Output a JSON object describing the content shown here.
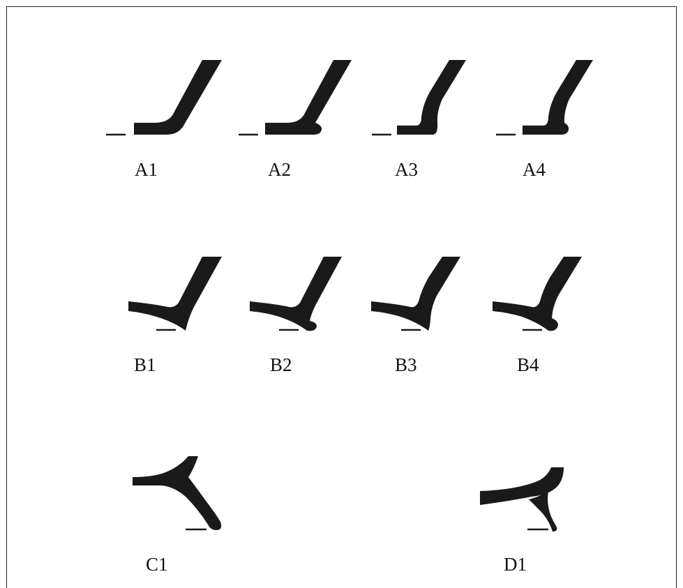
{
  "labels": {
    "a1": "A1",
    "a2": "A2",
    "a3": "A3",
    "a4": "A4",
    "b1": "B1",
    "b2": "B2",
    "b3": "B3",
    "b4": "B4",
    "c1": "C1",
    "d1": "D1"
  },
  "colors": {
    "shape_fill": "#1a1a1a",
    "frame": "#222222",
    "background": "#ffffff"
  }
}
